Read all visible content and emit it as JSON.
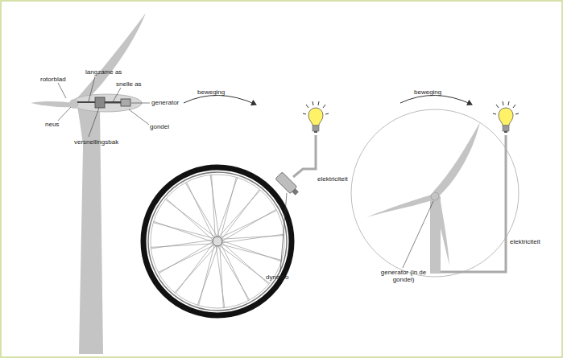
{
  "diagram": {
    "labels": [
      "rotorblad",
      "langzame as",
      "snelle as",
      "generator",
      "neus",
      "gondel",
      "versnellingsbak",
      "beweging",
      "elektriciteit",
      "dynamo",
      "beweging",
      "elektriciteit",
      "generator (in de gondel)"
    ]
  }
}
